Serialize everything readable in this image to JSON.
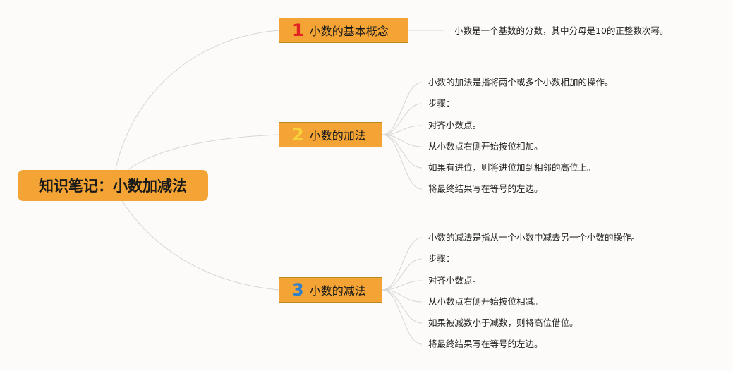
{
  "root": {
    "label": "知识笔记：小数加减法"
  },
  "branches": [
    {
      "number": "1",
      "number_color": "#e02424",
      "label": "小数的基本概念",
      "leaves": [
        "小数是一个基数的分数，其中分母是10的正整数次幂。"
      ]
    },
    {
      "number": "2",
      "number_color": "#f7d13b",
      "label": "小数的加法",
      "leaves": [
        "小数的加法是指将两个或多个小数相加的操作。",
        "步骤：",
        "对齐小数点。",
        "从小数点右侧开始按位相加。",
        "如果有进位，则将进位加到相邻的高位上。",
        "将最终结果写在等号的左边。"
      ]
    },
    {
      "number": "3",
      "number_color": "#2f7fc9",
      "label": "小数的减法",
      "leaves": [
        "小数的减法是指从一个小数中减去另一个小数的操作。",
        "步骤：",
        "对齐小数点。",
        "从小数点右侧开始按位相减。",
        "如果被减数小于减数，则将高位借位。",
        "将最终结果写在等号的左边。"
      ]
    }
  ],
  "colors": {
    "node_fill": "#f4a435",
    "node_border": "#b9891e",
    "connector": "#d6d6d6",
    "background": "#fcfbf9"
  }
}
